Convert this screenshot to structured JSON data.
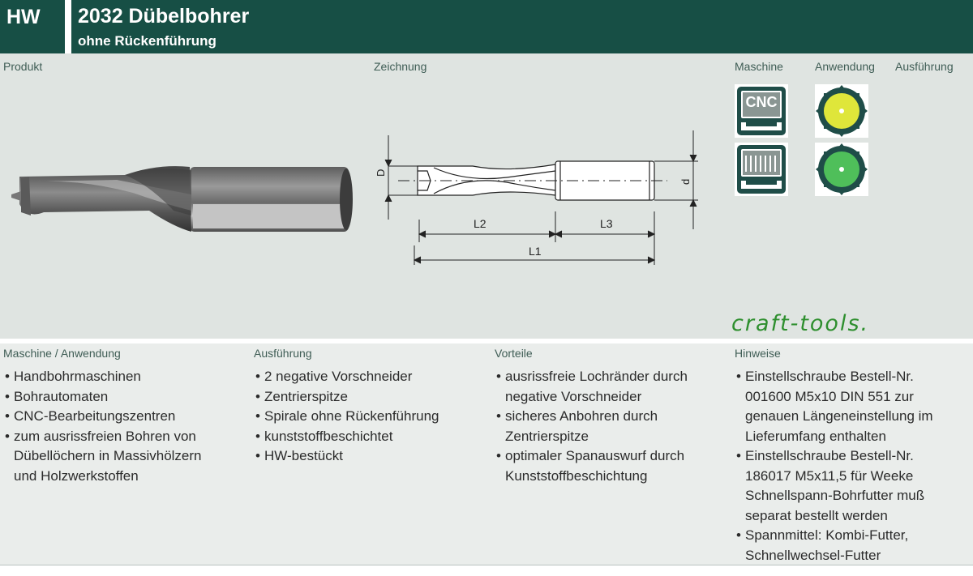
{
  "header": {
    "code": "HW",
    "title": "2032 Dübelbohrer",
    "subtitle": "ohne Rückenführung"
  },
  "sections": {
    "produkt": "Produkt",
    "zeichnung": "Zeichnung",
    "maschine": "Maschine",
    "anwendung": "Anwendung",
    "ausfuehrung": "Ausführung"
  },
  "drawing": {
    "D": "D",
    "d": "d",
    "L1": "L1",
    "L2": "L2",
    "L3": "L3"
  },
  "icons": {
    "cnc_label": "CNC",
    "cnc_icon": "cnc-machine-icon",
    "boring_icon": "boring-machine-icon",
    "saw_yellow_icon": "saw-blade-yellow-icon",
    "saw_green_icon": "saw-blade-green-icon"
  },
  "brand": "craft-tools.",
  "colors": {
    "header": "#174f45",
    "topband": "#dfe4e1",
    "botband": "#eaedeb",
    "brand": "#2e8f2e",
    "label": "#3f5d55"
  },
  "columns": [
    {
      "title": "Maschine / Anwendung",
      "items": [
        [
          "Handbohrmaschinen"
        ],
        [
          "Bohrautomaten"
        ],
        [
          "CNC-Bearbeitungszentren"
        ],
        [
          "zum ausrissfreien Bohren von",
          "Dübellöchern in Massivhölzern",
          "und Holzwerkstoffen"
        ]
      ]
    },
    {
      "title": "Ausführung",
      "items": [
        [
          "2 negative Vorschneider"
        ],
        [
          "Zentrierspitze"
        ],
        [
          "Spirale ohne Rückenführung"
        ],
        [
          "kunststoffbeschichtet"
        ],
        [
          "HW-bestückt"
        ]
      ]
    },
    {
      "title": "Vorteile",
      "items": [
        [
          "ausrissfreie Lochränder durch",
          "negative Vorschneider"
        ],
        [
          "sicheres Anbohren durch",
          "Zentrierspitze"
        ],
        [
          "optimaler Spanauswurf durch",
          "Kunststoffbeschichtung"
        ]
      ]
    },
    {
      "title": "Hinweise",
      "items": [
        [
          "Einstellschraube Bestell-Nr.",
          "001600 M5x10 DIN 551 zur",
          "genauen Längeneinstellung im",
          "Lieferumfang enthalten"
        ],
        [
          "Einstellschraube Bestell-Nr.",
          "186017 M5x11,5 für Weeke",
          "Schnellspann-Bohrfutter muß",
          "separat bestellt werden"
        ],
        [
          "Spannmittel: Kombi-Futter,",
          "Schnellwechsel-Futter"
        ]
      ]
    }
  ]
}
